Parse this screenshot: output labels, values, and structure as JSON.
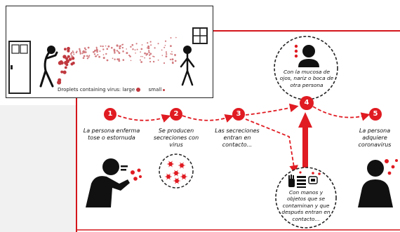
{
  "top_panel": {
    "legend_text": "Droplets containing virus:",
    "legend_large": "large",
    "legend_small": "small"
  },
  "steps": [
    {
      "number": "1",
      "text": "La persona enferma tose o estornuda"
    },
    {
      "number": "2",
      "text": "Se producen secreciones con virus"
    },
    {
      "number": "3",
      "text": "Las secreciones entran en contacto..."
    },
    {
      "number": "4",
      "text": "Con la mucosa de ojos, nariz o boca de otra persona"
    },
    {
      "number": "5",
      "text": "La persona adquiere coronavirus"
    }
  ],
  "surfaces_text": "Con manos y objetos que se contaminan y que después entran en contacto...",
  "colors": {
    "accent": "#e01b22",
    "droplet": "#c0393f",
    "figure": "#111111"
  },
  "icons": [
    "door-icon",
    "window-icon",
    "coughing-person-icon",
    "standing-person-icon",
    "head-icon",
    "hand-icon",
    "book-icon",
    "phone-icon",
    "virus-icon"
  ]
}
